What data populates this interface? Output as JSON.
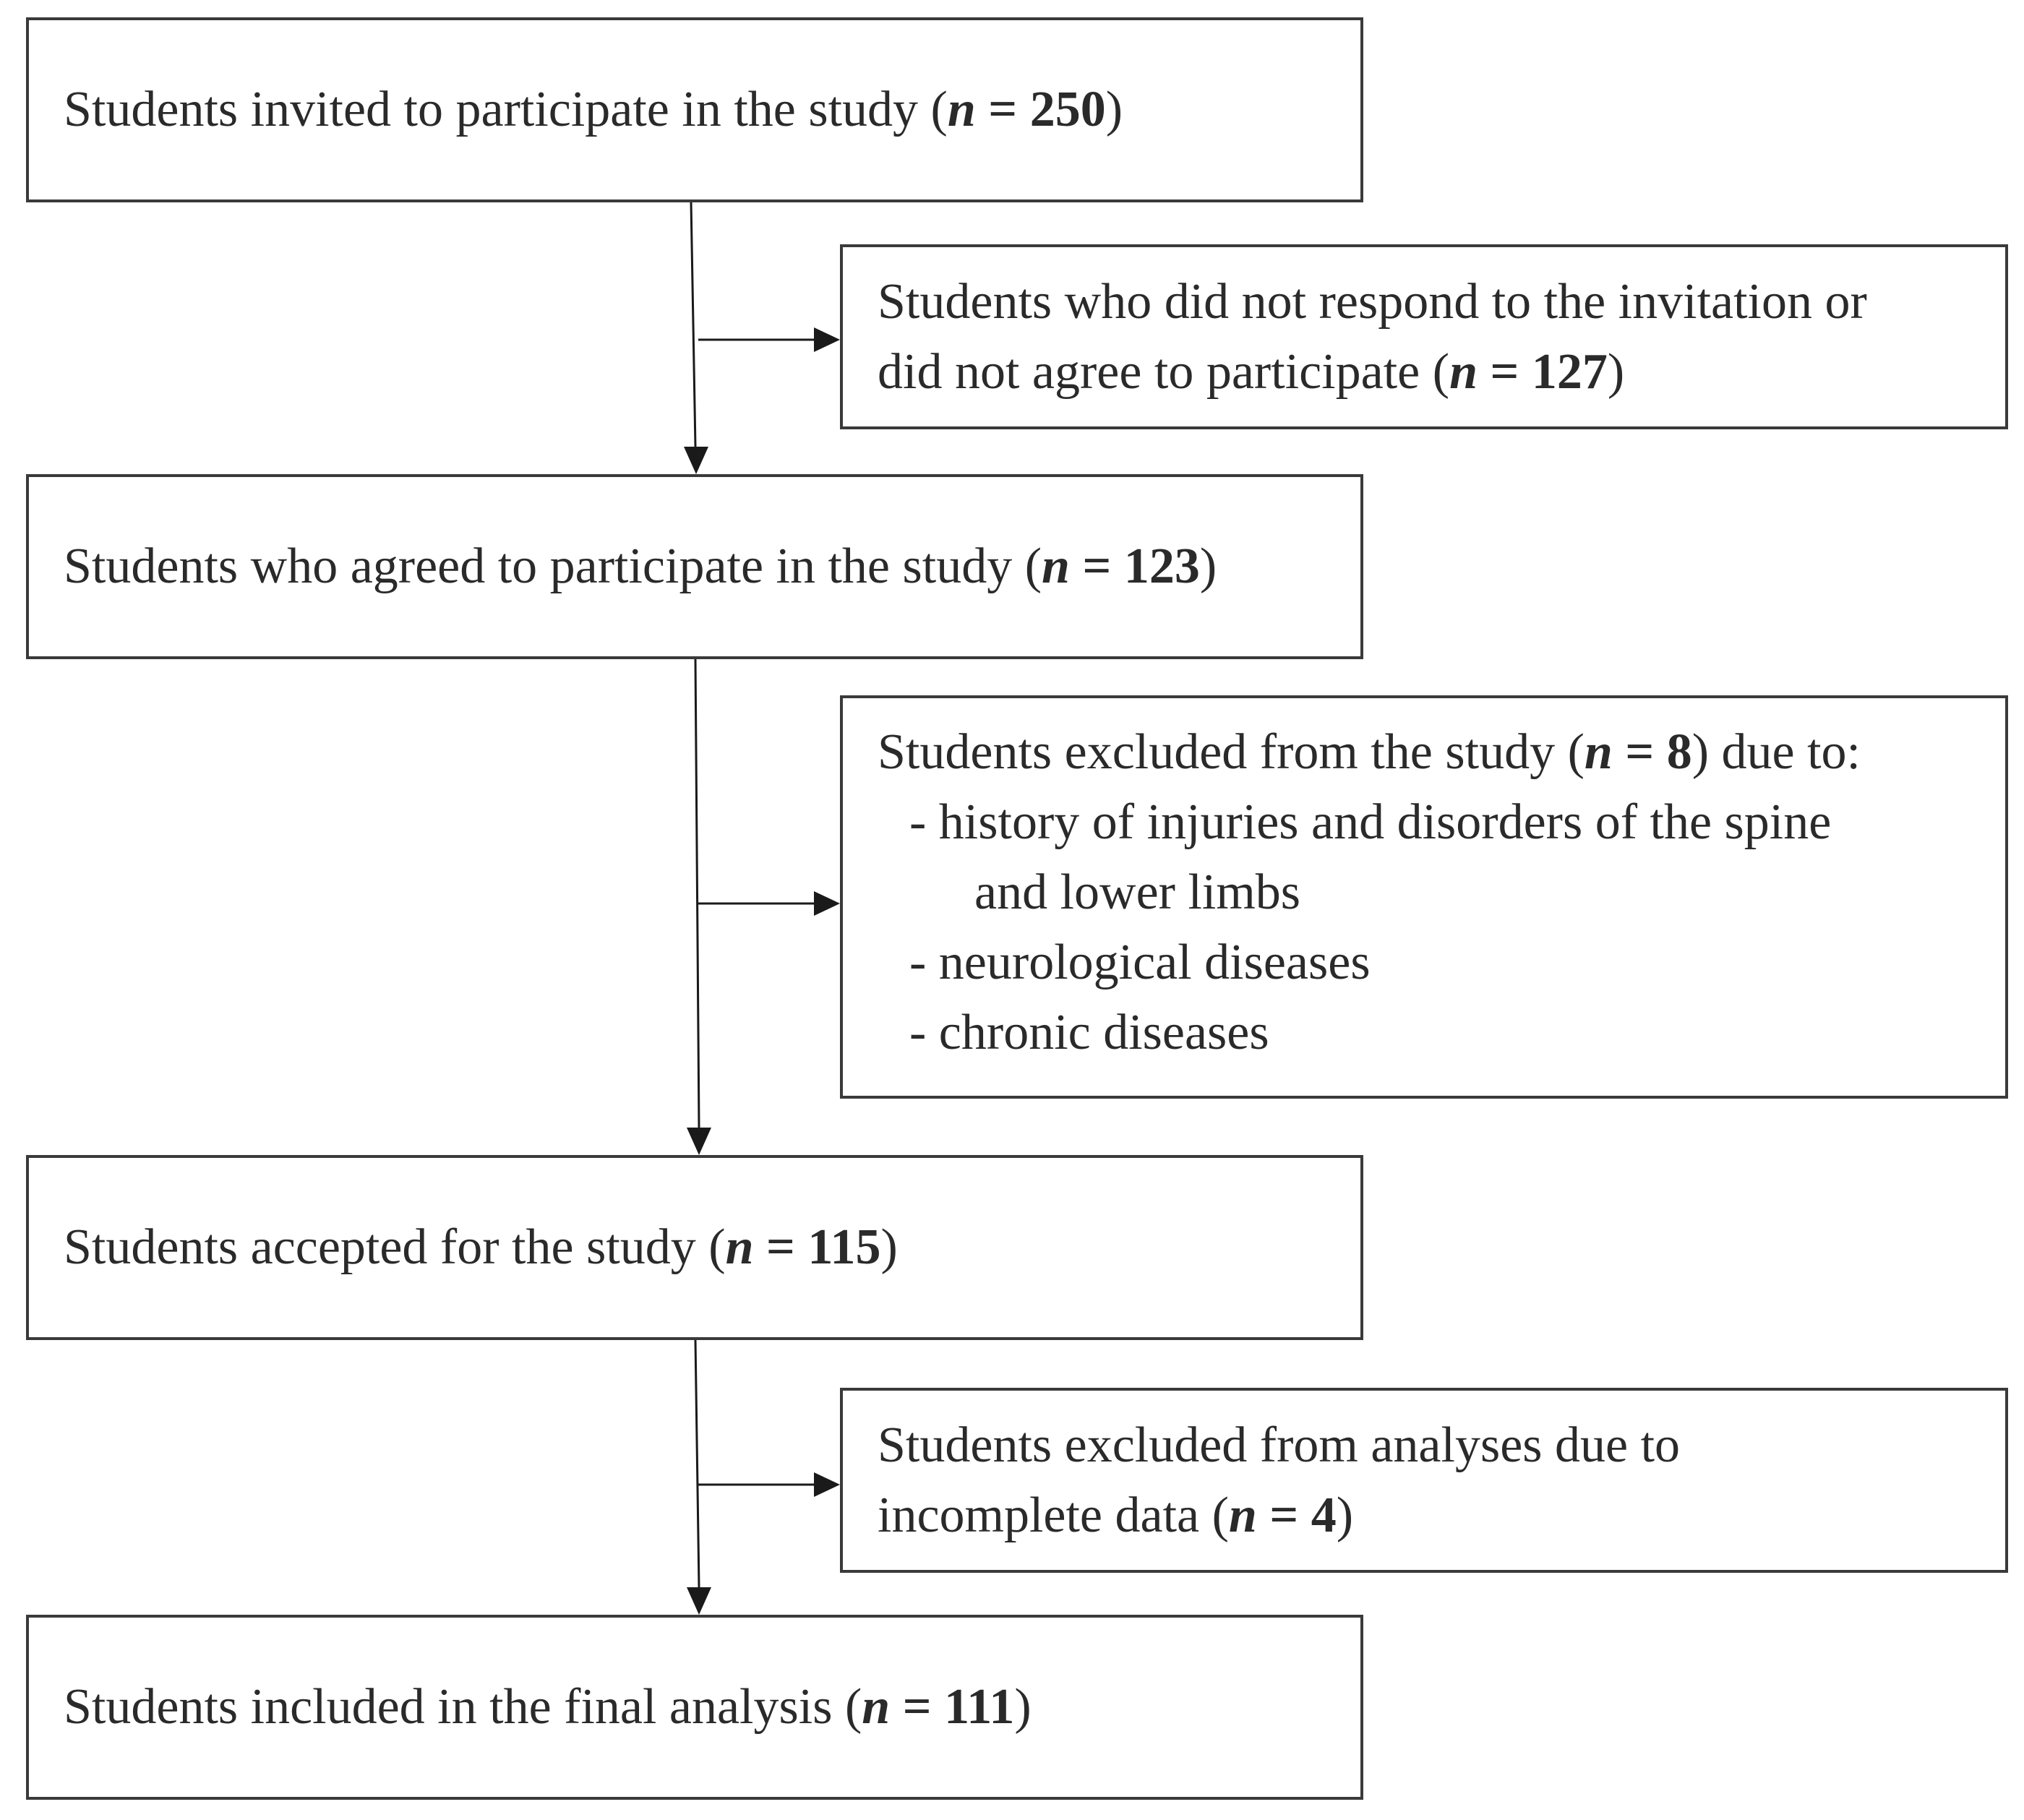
{
  "boxes": {
    "invited": {
      "text": "Students invited to participate in the study",
      "open": "(",
      "n_symbol": "n",
      "eq": " = ",
      "n_value": "250",
      "close": ")"
    },
    "not_respond": {
      "line1": "Students who did not respond to the invitation or",
      "line2_text": "did not agree to participate",
      "open": "(",
      "n_symbol": "n",
      "eq": " = ",
      "n_value": "127",
      "close": ")"
    },
    "agreed": {
      "text": "Students who agreed to participate in the study",
      "open": "(",
      "n_symbol": "n",
      "eq": " = ",
      "n_value": "123",
      "close": ")"
    },
    "excluded_study": {
      "line1_text": "Students excluded from the study",
      "open": "(",
      "n_symbol": "n",
      "eq": " = ",
      "n_value": "8",
      "close": ")",
      "line1_suffix": " due to:",
      "items": [
        "- history of injuries and disorders of the spine",
        "and lower limbs",
        "- neurological diseases",
        "- chronic diseases"
      ]
    },
    "accepted": {
      "text": "Students accepted for the study",
      "open": "(",
      "n_symbol": "n",
      "eq": " = ",
      "n_value": "115",
      "close": ")"
    },
    "excluded_analyses": {
      "line1": "Students excluded from analyses due to",
      "line2_text": "incomplete data",
      "open": "(",
      "n_symbol": "n",
      "eq": " = ",
      "n_value": "4",
      "close": ")"
    },
    "final": {
      "text": "Students included in the final analysis",
      "open": "(",
      "n_symbol": "n",
      "eq": " = ",
      "n_value": "111",
      "close": ")"
    }
  },
  "colors": {
    "line": "#1a1a1a",
    "border": "#3a3a3a",
    "text": "#2a2a2a"
  }
}
